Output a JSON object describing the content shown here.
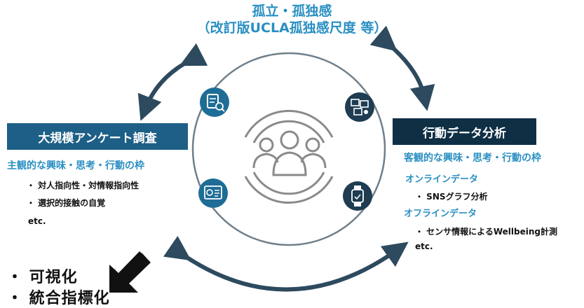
{
  "top": {
    "title_line1": "孤立・孤独感",
    "title_line2": "（改訂版UCLA孤独感尺度 等）"
  },
  "left": {
    "box_label": "大規模アンケート調査",
    "subheading": "主観的な興味・思考・行動の枠",
    "items": [
      "・ 対人指向性・対情報指向性",
      "・ 選択的接触の自覚"
    ],
    "etc": "etc."
  },
  "right": {
    "box_label": "行動データ分析",
    "subheading": "客観的な興味・思考・行動の枠",
    "online_label": "オンラインデータ",
    "online_items": [
      "・ SNSグラフ分析"
    ],
    "offline_label": "オフラインデータ",
    "offline_items": [
      "・ センサ情報によるWellbeing計測"
    ],
    "etc": "etc."
  },
  "bottom": {
    "items": [
      "・ 可視化",
      "・ 統合指標化"
    ]
  },
  "icons": [
    "checklist-search-icon",
    "social-network-icon",
    "dashboard-chart-icon",
    "smartwatch-icon",
    "people-group-icon"
  ],
  "colors": {
    "accent_blue": "#2a8fc2",
    "navy": "#0f2f45",
    "arrow": "#2d4a5e",
    "icon_circle": "#1e6d96"
  }
}
